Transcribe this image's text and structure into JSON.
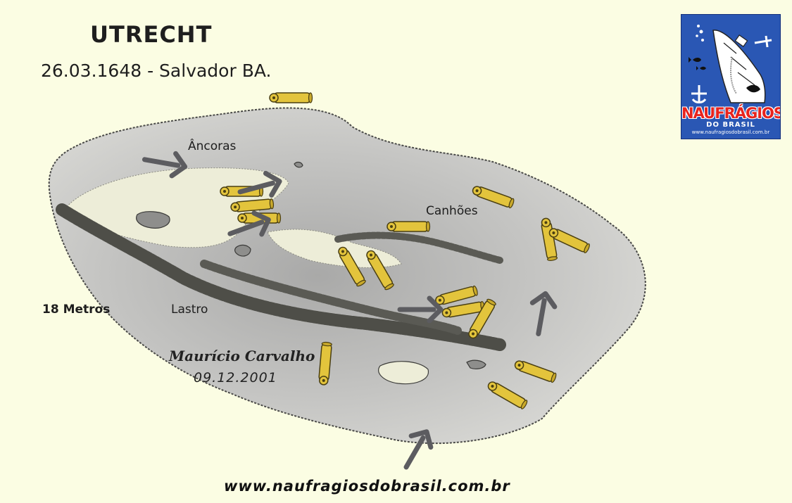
{
  "title": "UTRECHT",
  "subtitle": "26.03.1648 - Salvador BA.",
  "labels": {
    "ancoras": "Âncoras",
    "canhoes": "Canhões",
    "lastro": "Lastro",
    "depth": "18 Metros"
  },
  "author": {
    "name": "Maurício Carvalho",
    "date": "09.12.2001"
  },
  "website": "www.naufragiosdobrasil.com.br",
  "logo": {
    "brand": "NAUFRÁGIOS",
    "sub": "DO BRASIL",
    "site": "www.naufragiosdobrasil.com.br"
  },
  "colors": {
    "background": "#fbfde3",
    "seabed": "#c9c9c7",
    "sand": "#ededd8",
    "cannon": "#e3c43c",
    "anchor": "#5c5c60",
    "logo_blue": "#2a57b4",
    "logo_red": "#e8231d"
  },
  "icons": [
    "anchor-icon",
    "cannon-icon",
    "ship-icon",
    "fish-icon"
  ]
}
